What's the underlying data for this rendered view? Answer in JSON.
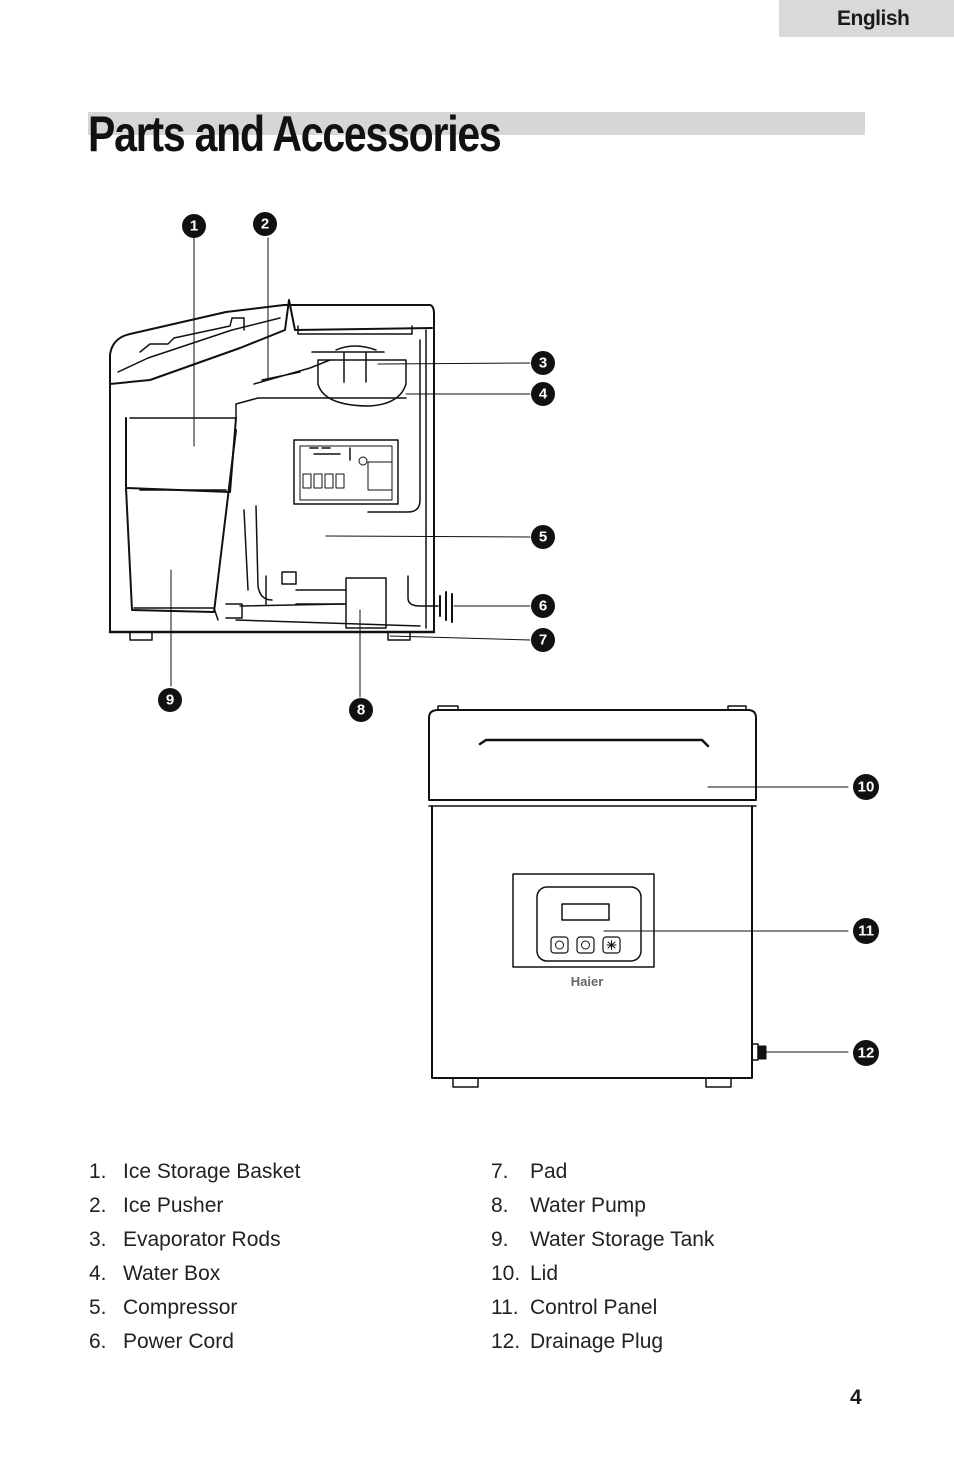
{
  "header": {
    "language": "English"
  },
  "page": {
    "title": "Parts and Accessories",
    "number": "4"
  },
  "panel": {
    "brand": "Haier"
  },
  "callouts": [
    "1",
    "2",
    "3",
    "4",
    "5",
    "6",
    "7",
    "8",
    "9",
    "10",
    "11",
    "12"
  ],
  "parts_left": [
    {
      "num": "1.",
      "name": "Ice Storage Basket"
    },
    {
      "num": "2.",
      "name": "Ice Pusher"
    },
    {
      "num": "3.",
      "name": "Evaporator Rods"
    },
    {
      "num": "4.",
      "name": "Water Box"
    },
    {
      "num": "5.",
      "name": "Compressor"
    },
    {
      "num": "6.",
      "name": "Power Cord"
    }
  ],
  "parts_right": [
    {
      "num": "7.",
      "name": "Pad"
    },
    {
      "num": "8.",
      "name": "Water Pump"
    },
    {
      "num": "9.",
      "name": "Water Storage Tank"
    },
    {
      "num": "10.",
      "name": "Lid"
    },
    {
      "num": "11.",
      "name": "Control Panel"
    },
    {
      "num": "12.",
      "name": "Drainage Plug"
    }
  ]
}
